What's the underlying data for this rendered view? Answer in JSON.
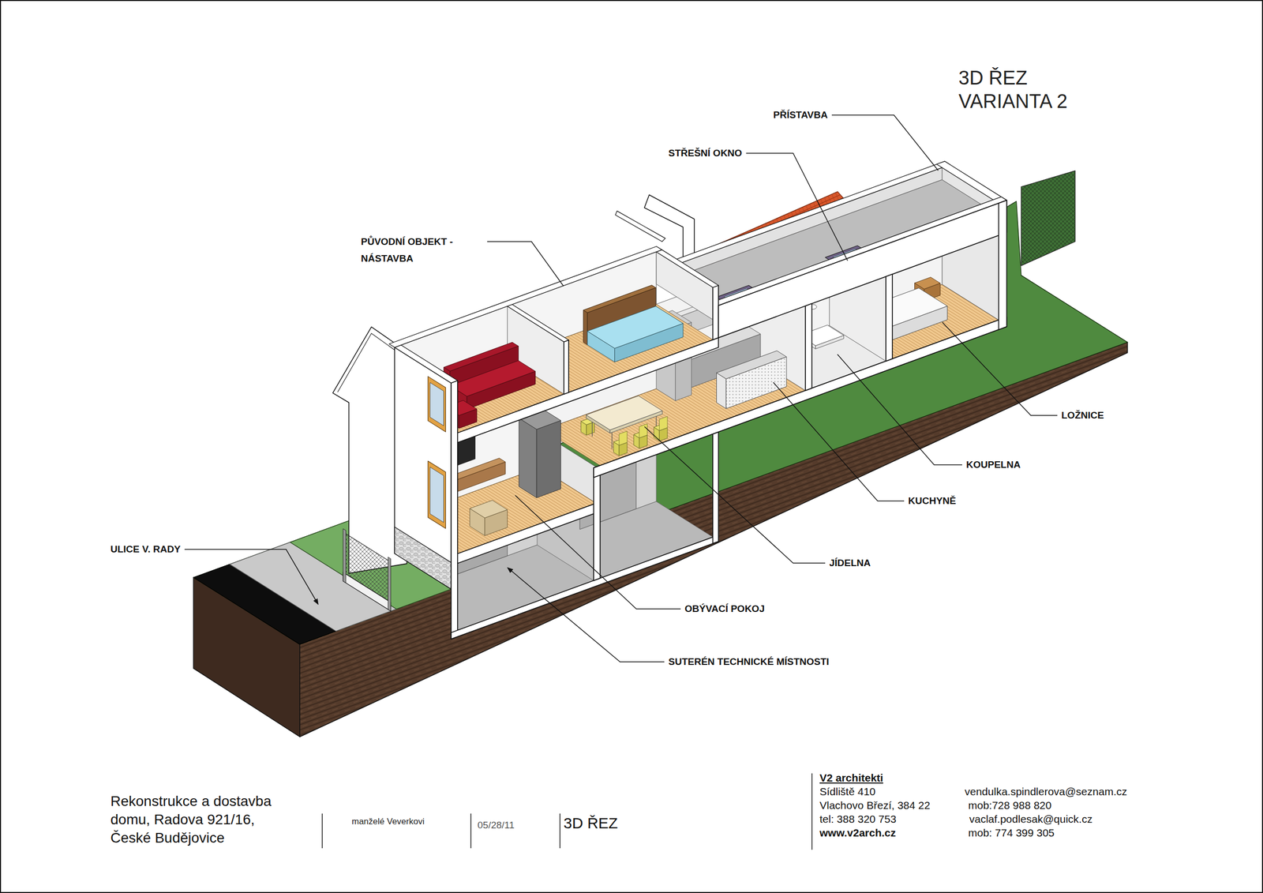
{
  "diagram": {
    "title": "3D ŘEZ VARIANTA 2",
    "labels": [
      "PŘÍSTAVBA",
      "STŘEŠNÍ OKNO",
      "PŮVODNÍ OBJEKT - NÁSTAVBA",
      "ULICE V. RADY",
      "LOŽNICE",
      "KOUPELNA",
      "KUCHYNĚ",
      "JÍDELNA",
      "OBÝVACÍ POKOJ",
      "SUTERÉN TECHNICKÉ MÍSTNOSTI",
      "Rekonstrukce a dostavba domu, Radova 921/16, České Budějovice",
      "manželé Veverkovi",
      "05/28/11",
      "3D ŘEZ",
      "V2 architekti",
      "Sídliště 410",
      "Vlachovo Březí, 384 22",
      "tel: 388 320 753",
      "www.v2arch.cz",
      "vendulka.spindlerova@seznam.cz",
      "mob:728 988 820",
      "vaclaf.podlesak@quick.cz",
      "mob: 774 399 305"
    ]
  }
}
